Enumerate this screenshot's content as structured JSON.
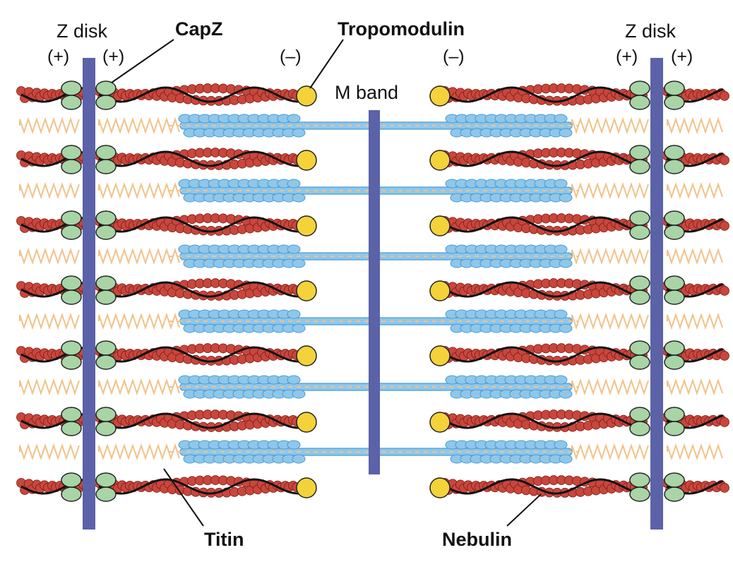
{
  "labels": {
    "z_disk_left": "Z disk",
    "z_disk_right": "Z disk",
    "plus_1": "(+)",
    "plus_2": "(+)",
    "plus_3": "(+)",
    "plus_4": "(+)",
    "minus_left": "(–)",
    "minus_right": "(–)",
    "capz": "CapZ",
    "tropomodulin": "Tropomodulin",
    "m_band": "M band",
    "titin": "Titin",
    "nebulin": "Nebulin"
  },
  "colors": {
    "actin": "#c9463c",
    "actin_edge": "#7a1e16",
    "capz": "#a8d4a6",
    "tropomodulin": "#f4d23a",
    "z_disk": "#5b62a8",
    "myosin": "#8fc7ea",
    "myosin_edge": "#4a9bd4",
    "titin": "#f2c28a",
    "nebulin": "#111111"
  }
}
